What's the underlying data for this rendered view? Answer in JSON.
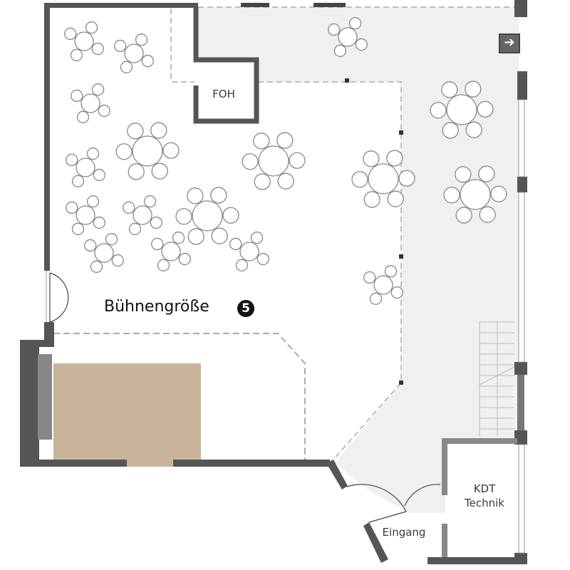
{
  "labels": {
    "foh": "FOH",
    "stage_size": "Bühnengröße",
    "stage_number": "5",
    "kdt_line1": "KDT",
    "kdt_line2": "Technik",
    "entrance": "Eingang"
  },
  "icons": {
    "exit_sign": "arrow-right-exit-icon",
    "exit_glyph": "➔"
  },
  "colors": {
    "stage": "#c8b49a",
    "wall": "#555555",
    "floor_gray": "#f0f0f0",
    "table_stroke": "#888888"
  }
}
